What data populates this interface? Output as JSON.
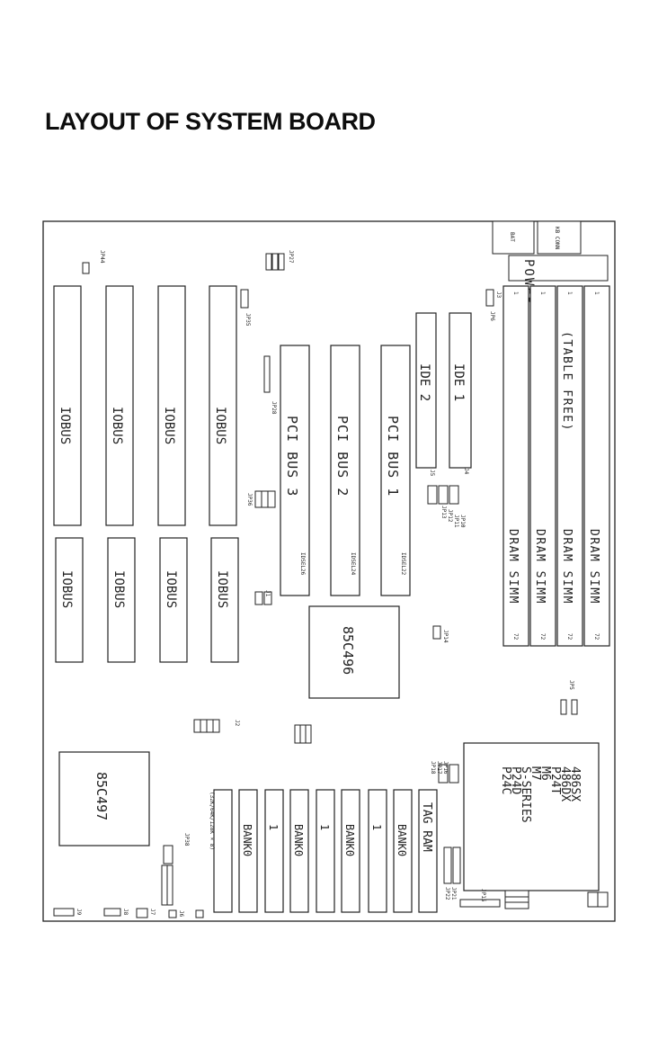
{
  "title": "LAYOUT OF SYSTEM BOARD",
  "connectors": {
    "bat": "BAT",
    "kb_conn": "KB CONN",
    "power": "POWER"
  },
  "simm": {
    "slots": [
      "DRAM SIMM",
      "DRAM SIMM",
      "DRAM SIMM",
      "DRAM SIMM"
    ],
    "table_free": "(TABLE FREE)",
    "pin_start": "1",
    "pin_end": "72"
  },
  "ide": [
    "IDE 1",
    "IDE 2"
  ],
  "ide_jumpers": [
    "J4",
    "J5"
  ],
  "pci": [
    "PCI BUS 1",
    "PCI BUS 2",
    "PCI BUS 3"
  ],
  "pci_ids": [
    "IDSEL22",
    "IDSEL24",
    "IDSEL26"
  ],
  "iobus": "IOBUS",
  "chips": {
    "northbridge": "85C496",
    "southbridge": "85C497"
  },
  "cpu_lines": [
    "486SX",
    "486DX",
    "P24T",
    "M6",
    "M7",
    "S-SERIES",
    "P24D",
    "P24C"
  ],
  "tag_ram": "TAG RAM",
  "bank_labels": [
    "BANK0",
    "1",
    "BANK0",
    "1",
    "BANK0",
    "1",
    "BANK0"
  ],
  "cache_size": "(32K/64K/128K × 8)",
  "jumpers": {
    "jp44": "JP44",
    "jp35": "JP35",
    "jp28": "JP28",
    "jp27": "JP27",
    "jp6": "JP6",
    "jp3": "J3",
    "jp14": "JP14",
    "jp5": "JP5",
    "jp15": "JP15",
    "jp38": "JP38",
    "jp21": "JP21",
    "jp22": "JP22",
    "jp10": "JP10",
    "jp11": "JP11",
    "jp12": "JP12",
    "jp13": "JP13",
    "jp16": "JP16",
    "jp17": "JP17",
    "jp18": "JP18",
    "jp36": "JP36",
    "jp1": "J1",
    "jp2": "J2",
    "j6": "J6",
    "j7": "J7",
    "j8": "J8",
    "j9": "J9"
  }
}
